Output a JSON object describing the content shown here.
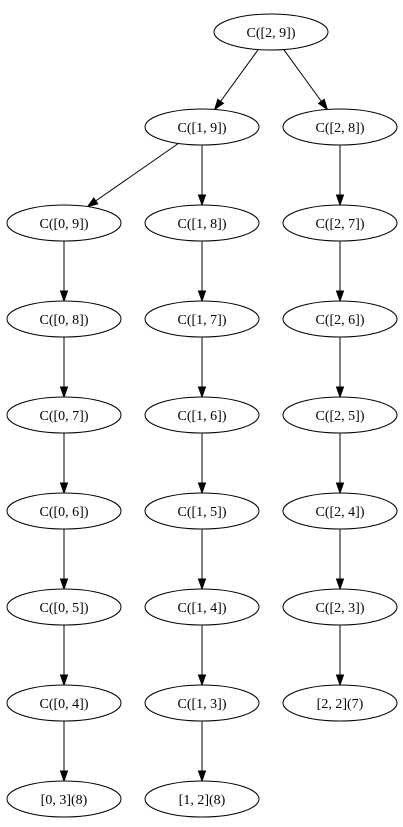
{
  "graph": {
    "nodes": [
      {
        "id": "n_2_9",
        "label": "C([2, 9])"
      },
      {
        "id": "n_1_9",
        "label": "C([1, 9])"
      },
      {
        "id": "n_2_8",
        "label": "C([2, 8])"
      },
      {
        "id": "n_0_9",
        "label": "C([0, 9])"
      },
      {
        "id": "n_1_8",
        "label": "C([1, 8])"
      },
      {
        "id": "n_2_7",
        "label": "C([2, 7])"
      },
      {
        "id": "n_0_8",
        "label": "C([0, 8])"
      },
      {
        "id": "n_1_7",
        "label": "C([1, 7])"
      },
      {
        "id": "n_2_6",
        "label": "C([2, 6])"
      },
      {
        "id": "n_0_7",
        "label": "C([0, 7])"
      },
      {
        "id": "n_1_6",
        "label": "C([1, 6])"
      },
      {
        "id": "n_2_5",
        "label": "C([2, 5])"
      },
      {
        "id": "n_0_6",
        "label": "C([0, 6])"
      },
      {
        "id": "n_1_5",
        "label": "C([1, 5])"
      },
      {
        "id": "n_2_4",
        "label": "C([2, 4])"
      },
      {
        "id": "n_0_5",
        "label": "C([0, 5])"
      },
      {
        "id": "n_1_4",
        "label": "C([1, 4])"
      },
      {
        "id": "n_2_3",
        "label": "C([2, 3])"
      },
      {
        "id": "n_0_4",
        "label": "C([0, 4])"
      },
      {
        "id": "n_1_3",
        "label": "C([1, 3])"
      },
      {
        "id": "leaf_2_2",
        "label": "[2, 2](7)"
      },
      {
        "id": "leaf_0_3",
        "label": "[0, 3](8)"
      },
      {
        "id": "leaf_1_2",
        "label": "[1, 2](8)"
      }
    ],
    "edges": [
      {
        "from": "n_2_9",
        "to": "n_1_9"
      },
      {
        "from": "n_2_9",
        "to": "n_2_8"
      },
      {
        "from": "n_1_9",
        "to": "n_0_9"
      },
      {
        "from": "n_1_9",
        "to": "n_1_8"
      },
      {
        "from": "n_2_8",
        "to": "n_2_7"
      },
      {
        "from": "n_0_9",
        "to": "n_0_8"
      },
      {
        "from": "n_1_8",
        "to": "n_1_7"
      },
      {
        "from": "n_2_7",
        "to": "n_2_6"
      },
      {
        "from": "n_0_8",
        "to": "n_0_7"
      },
      {
        "from": "n_1_7",
        "to": "n_1_6"
      },
      {
        "from": "n_2_6",
        "to": "n_2_5"
      },
      {
        "from": "n_0_7",
        "to": "n_0_6"
      },
      {
        "from": "n_1_6",
        "to": "n_1_5"
      },
      {
        "from": "n_2_5",
        "to": "n_2_4"
      },
      {
        "from": "n_0_6",
        "to": "n_0_5"
      },
      {
        "from": "n_1_5",
        "to": "n_1_4"
      },
      {
        "from": "n_2_4",
        "to": "n_2_3"
      },
      {
        "from": "n_0_5",
        "to": "n_0_4"
      },
      {
        "from": "n_1_4",
        "to": "n_1_3"
      },
      {
        "from": "n_2_3",
        "to": "leaf_2_2"
      },
      {
        "from": "n_0_4",
        "to": "leaf_0_3"
      },
      {
        "from": "n_1_3",
        "to": "leaf_1_2"
      }
    ]
  }
}
